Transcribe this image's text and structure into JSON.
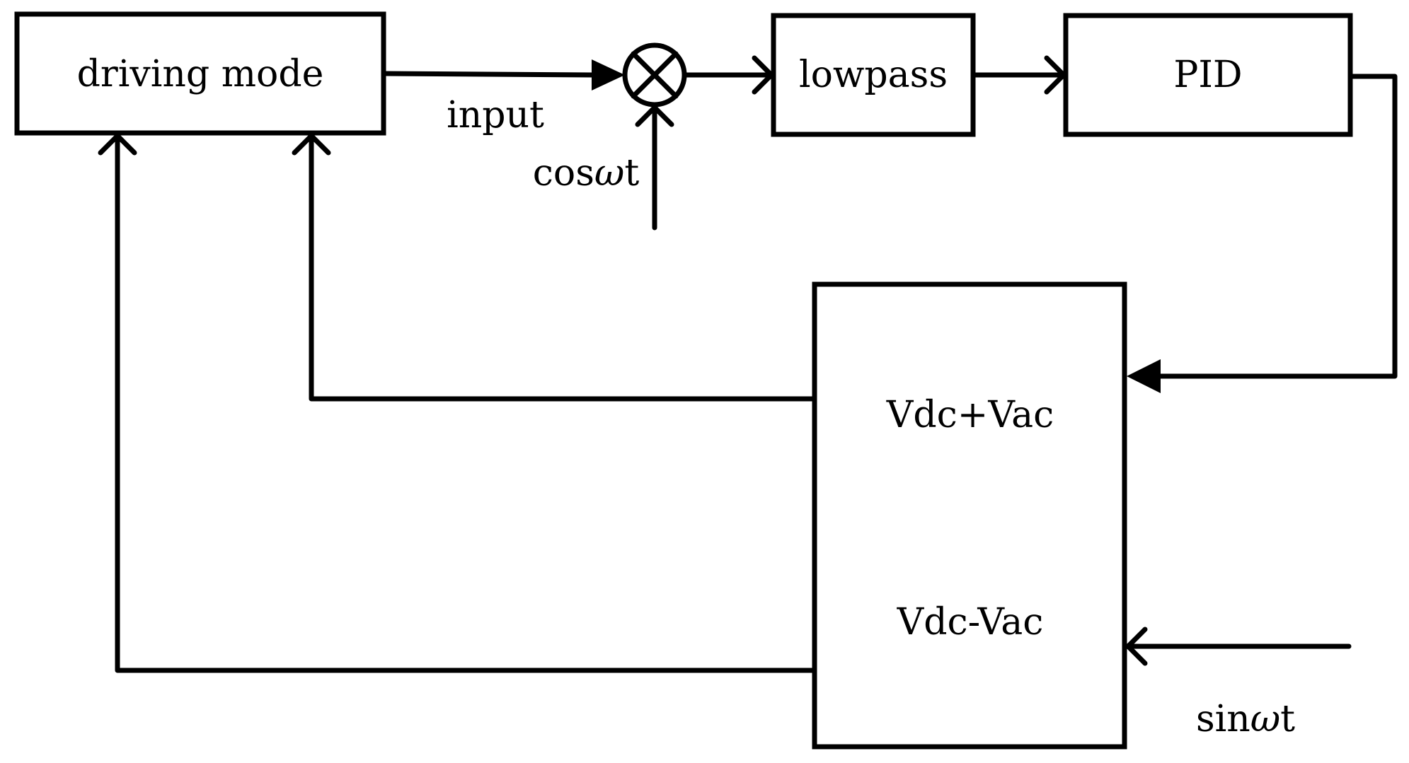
{
  "blocks": {
    "driving_mode": "driving mode",
    "lowpass": "lowpass",
    "pid": "PID",
    "modulator_upper": "Vdc+Vac",
    "modulator_lower": "Vdc-Vac"
  },
  "signals": {
    "input": "input",
    "cos_prefix": "cos",
    "cos_omega": "ω",
    "cos_suffix": "t",
    "sin_prefix": "sin",
    "sin_omega": "ω",
    "sin_suffix": "t"
  }
}
